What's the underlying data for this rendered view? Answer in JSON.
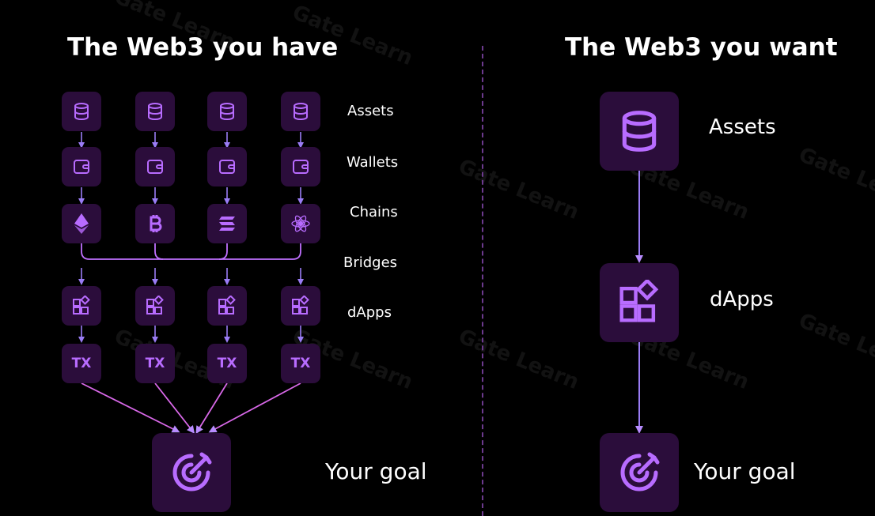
{
  "watermark": "Gate Learn",
  "left": {
    "title": "The Web3 you have",
    "row_labels": [
      "Assets",
      "Wallets",
      "Chains",
      "Bridges",
      "dApps"
    ],
    "tx_label": "TX",
    "chain_icons": [
      "ethereum-icon",
      "bitcoin-icon",
      "solana-icon",
      "cosmos-icon"
    ],
    "goal_label": "Your goal"
  },
  "right": {
    "title": "The Web3 you want",
    "assets_label": "Assets",
    "dapps_label": "dApps",
    "goal_label": "Your goal"
  },
  "colors": {
    "background": "#000000",
    "box": "#2b0d3b",
    "icon": "#b86cff",
    "arrow": "#9a7cf5",
    "connector": "#c070ff",
    "goal_arrow": "#d868e8"
  }
}
